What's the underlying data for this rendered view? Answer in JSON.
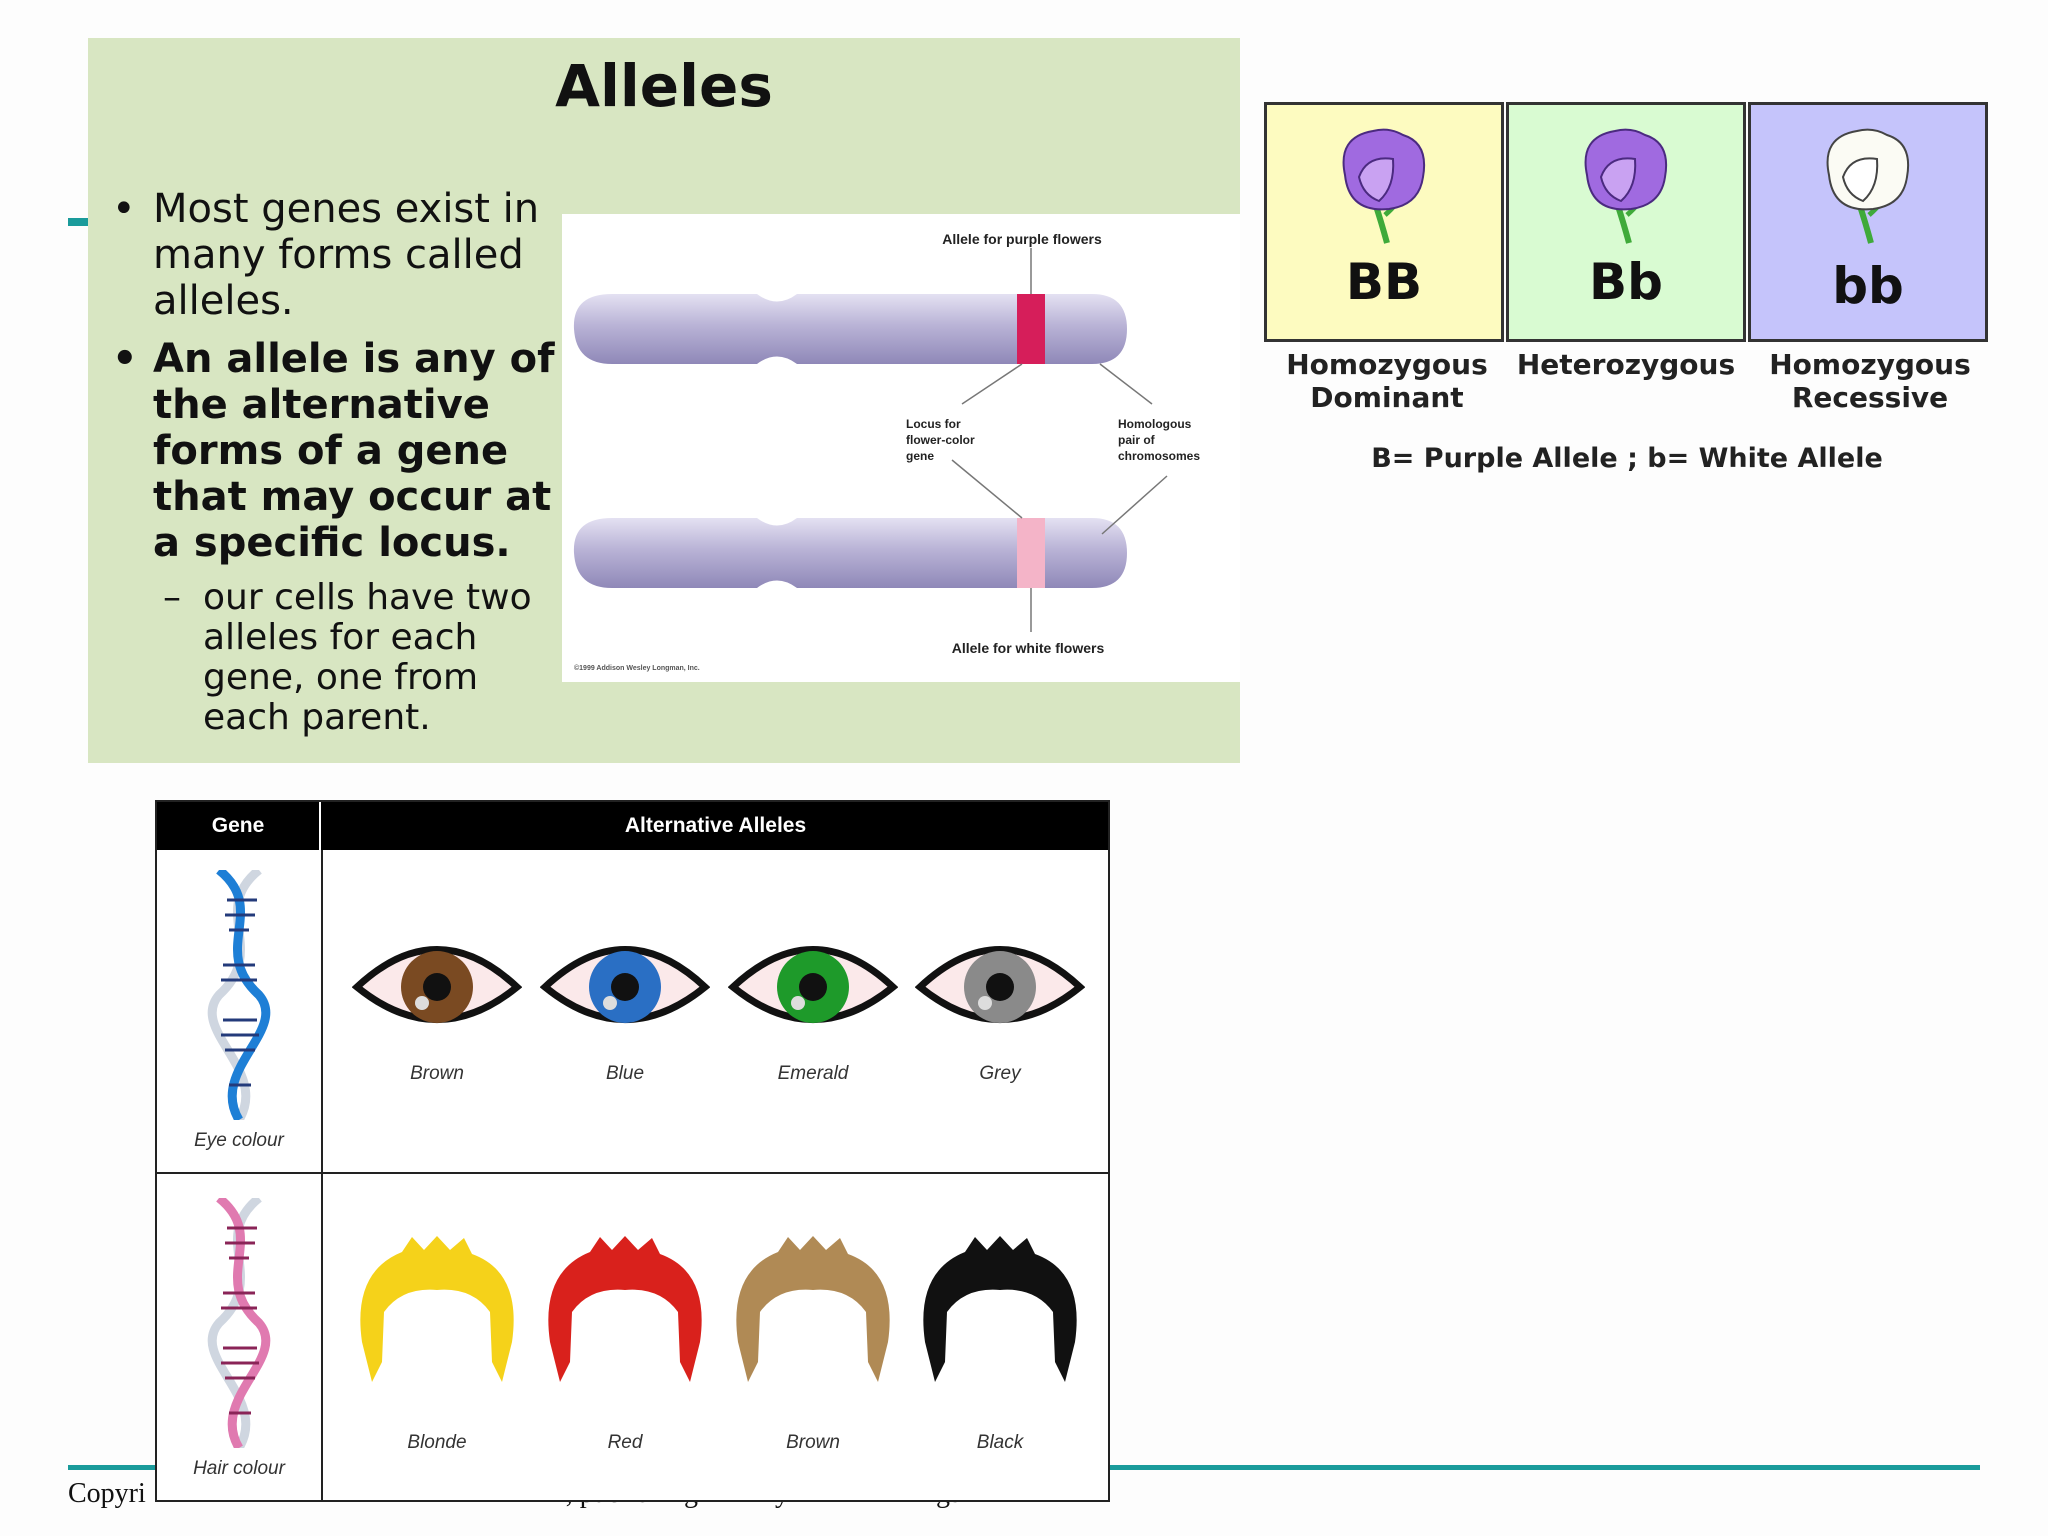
{
  "slide": {
    "title": "Alleles",
    "bullet_1": "Most genes exist in many forms called alleles.",
    "bullet_2": "An allele is any of the alternative forms of a gene that may occur at a specific locus.",
    "sub_bullet": "our cells have two alleles for each gene, one from each parent."
  },
  "chromosome_diagram": {
    "purple_allele_label": "Allele for purple flowers",
    "locus_label": "Locus for flower-color gene",
    "homologous_label": "Homologous pair of chromosomes",
    "white_allele_label": "Allele for white flowers",
    "copyright": "©1999 Addison Wesley Longman, Inc.",
    "colors": {
      "chromosome": "#b9b3d6",
      "purple_band": "#d61e5a",
      "white_band": "#f4b4c8"
    }
  },
  "pea_plants": {
    "boxes": [
      {
        "genotype": "BB",
        "label": "Homozygous Dominant",
        "bg": "#fdfbc0",
        "flower": "purple"
      },
      {
        "genotype": "Bb",
        "label": "Heterozygous",
        "bg": "#d9fbd2",
        "flower": "purple"
      },
      {
        "genotype": "bb",
        "label": "Homozygous Recessive",
        "bg": "#c5c4fb",
        "flower": "white"
      }
    ],
    "caption": "B= Purple Allele ; b= White Allele"
  },
  "allele_table": {
    "header_gene": "Gene",
    "header_alternatives": "Alternative Alleles",
    "rows": [
      {
        "gene": "Eye colour",
        "alleles": [
          {
            "label": "Brown",
            "color": "#7a4a22"
          },
          {
            "label": "Blue",
            "color": "#2a6fc4"
          },
          {
            "label": "Emerald",
            "color": "#1e9a2a"
          },
          {
            "label": "Grey",
            "color": "#8a8a8a"
          }
        ]
      },
      {
        "gene": "Hair colour",
        "alleles": [
          {
            "label": "Blonde",
            "color": "#f5d21a"
          },
          {
            "label": "Red",
            "color": "#d9211c"
          },
          {
            "label": "Brown",
            "color": "#b08a55"
          },
          {
            "label": "Black",
            "color": "#111111"
          }
        ]
      }
    ]
  },
  "footer": {
    "text": "Copyri                                                            , publishing           y                   ngs"
  }
}
